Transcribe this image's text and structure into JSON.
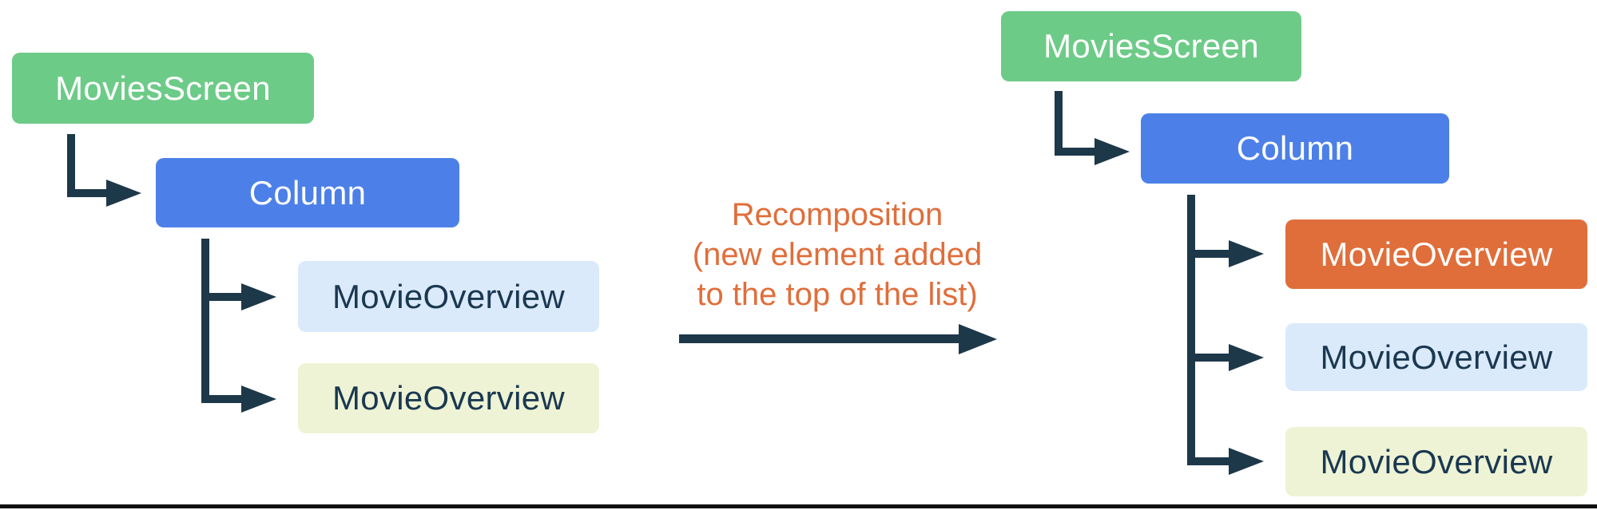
{
  "annotation": {
    "lines": [
      "Recomposition",
      "(new element added",
      "to the top of the list)"
    ],
    "color": "#E06E3B"
  },
  "before": {
    "root": {
      "label": "MoviesScreen",
      "bg": "#6DCB88",
      "fg": "#FFFFFF"
    },
    "column": {
      "label": "Column",
      "bg": "#4C80E8",
      "fg": "#FFFFFF"
    },
    "children": [
      {
        "label": "MovieOverview",
        "bg": "#DAEAFB",
        "fg": "#1A3850"
      },
      {
        "label": "MovieOverview",
        "bg": "#EEF3D5",
        "fg": "#1A3850"
      }
    ]
  },
  "after": {
    "root": {
      "label": "MoviesScreen",
      "bg": "#6DCB88",
      "fg": "#FFFFFF"
    },
    "column": {
      "label": "Column",
      "bg": "#4C80E8",
      "fg": "#FFFFFF"
    },
    "children": [
      {
        "label": "MovieOverview",
        "bg": "#E06E3B",
        "fg": "#FFFFFF"
      },
      {
        "label": "MovieOverview",
        "bg": "#DAEAFB",
        "fg": "#1A3850"
      },
      {
        "label": "MovieOverview",
        "bg": "#EEF3D5",
        "fg": "#1A3850"
      }
    ]
  },
  "colors": {
    "connector": "#1D3849",
    "divider": "#101010"
  }
}
